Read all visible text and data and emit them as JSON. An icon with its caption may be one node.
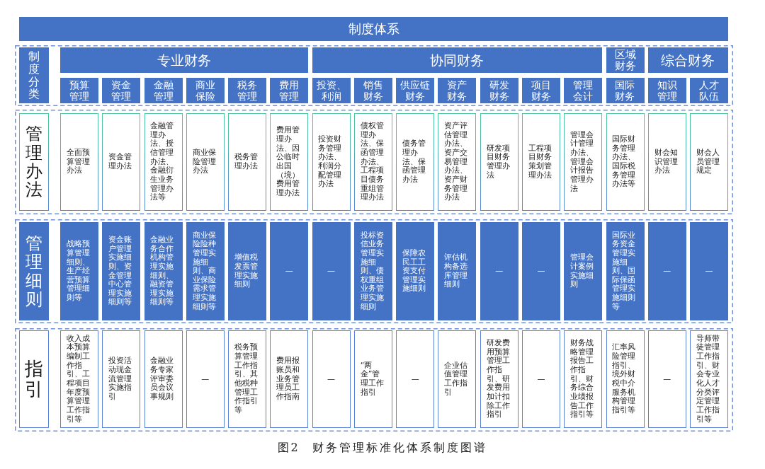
{
  "diagram": {
    "title": "制度体系",
    "caption": "图2 财务管理标准化体系制度图谱",
    "nodes": [
      {
        "text": [],
        "shape": "box"
      },
      {
        "text": [
          "制度分类"
        ],
        "in": 0
      },
      {
        "text": [
          "专业财务"
        ],
        "in": 0
      },
      {
        "text": [
          "协同财务"
        ],
        "in": 0
      },
      {
        "text": [
          "区域财务"
        ],
        "in": 0
      },
      {
        "text": [
          "综合财务"
        ],
        "in": 0
      },
      {
        "text": [
          "预算管理"
        ],
        "in": 0
      },
      {
        "text": [
          "资金管理"
        ],
        "in": 0
      },
      {
        "text": [
          "金融管理"
        ],
        "in": 0
      },
      {
        "text": [
          "商业保险"
        ],
        "in": 0
      },
      {
        "text": [
          "税务管理"
        ],
        "in": 0
      },
      {
        "text": [
          "费用管理"
        ],
        "in": 0
      },
      {
        "text": [
          "投资、利润"
        ],
        "in": 0
      },
      {
        "text": [
          "销售财务"
        ],
        "in": 0
      },
      {
        "text": [
          "供应链财务"
        ],
        "in": 0
      },
      {
        "text": [
          "资产财务"
        ],
        "in": 0
      },
      {
        "text": [
          "研发财务"
        ],
        "in": 0
      },
      {
        "text": [
          "项目财务"
        ],
        "in": 0
      },
      {
        "text": [
          "管理会计"
        ],
        "in": 0
      },
      {
        "text": [
          "国际财务"
        ],
        "in": 0
      },
      {
        "text": [
          "知识管理"
        ],
        "in": 0
      },
      {
        "text": [
          "人才队伍"
        ],
        "in": 0
      },
      {
        "text": [],
        "shape": "box"
      },
      {
        "text": [
          "管理办法"
        ],
        "in": 22
      },
      {
        "text": [
          "全面预算管理办法"
        ],
        "in": 22
      },
      {
        "text": [
          "资金管理办法"
        ],
        "in": 22
      },
      {
        "text": [
          "金融管理办法、授信管理办法、金融衍生业务管理办法等"
        ],
        "in": 22
      },
      {
        "text": [
          "商业保险管理办法"
        ],
        "in": 22
      },
      {
        "text": [
          "税务管理办法"
        ],
        "in": 22
      },
      {
        "text": [
          "费用管理办法、因公临时出国（境）费用管理办法"
        ],
        "in": 22
      },
      {
        "text": [
          "投资财务管理办法、利润分配管理办法"
        ],
        "in": 22
      },
      {
        "text": [
          "债权管理办法、保函管理办法、工程项目债务重组管理办法"
        ],
        "in": 22
      },
      {
        "text": [
          "债务管理办法、保函管理办法"
        ],
        "in": 22
      },
      {
        "text": [
          "资产评估管理办法、资产交易管理办法、资产财务管理办法"
        ],
        "in": 22
      },
      {
        "text": [
          "研发项目财务管理办法"
        ],
        "in": 22
      },
      {
        "text": [
          "工程项目财务策划管理办法"
        ],
        "in": 22
      },
      {
        "text": [
          "管理会计管理办法、管理会计报告管理办法"
        ],
        "in": 22
      },
      {
        "text": [
          "国际财务管理办法、国际税务管理办法等"
        ],
        "in": 22
      },
      {
        "text": [
          "财会知识管理办法"
        ],
        "in": 22
      },
      {
        "text": [
          "财会人员管理规定"
        ],
        "in": 22
      },
      {
        "text": [],
        "shape": "box"
      },
      {
        "text": [
          "管理细则"
        ],
        "in": 40
      },
      {
        "text": [
          "战略预算管理细则、生产经营预算管理细则等"
        ],
        "in": 40
      },
      {
        "text": [
          "资金账户管理实施细则、资金管理中心管理实施细则等"
        ],
        "in": 40
      },
      {
        "text": [
          "金融业务合作机构管理实施细则、融资管理实施细则等"
        ],
        "in": 40
      },
      {
        "text": [
          "商业保险险种管理实施细则、商业保险需求管理实施细则等"
        ],
        "in": 40
      },
      {
        "text": [
          "增值税发票管理实施细则"
        ],
        "in": 40
      },
      {
        "text": [
          "—"
        ],
        "in": 40
      },
      {
        "text": [
          "—"
        ],
        "in": 40
      },
      {
        "text": [
          "投标资信业务管理实施细则、债权重组业务管理实施细则"
        ],
        "in": 40
      },
      {
        "text": [
          "保障农民工工资支付管理实施细则"
        ],
        "in": 40
      },
      {
        "text": [
          "评估机构备选库管理细则"
        ],
        "in": 40
      },
      {
        "text": [
          "—"
        ],
        "in": 40
      },
      {
        "text": [
          "—"
        ],
        "in": 40
      },
      {
        "text": [
          "管理会计案例实施细则"
        ],
        "in": 40
      },
      {
        "text": [
          "国际业务资金管理实施细则、国际保函管理实施细则等"
        ],
        "in": 40
      },
      {
        "text": [
          "—"
        ],
        "in": 40
      },
      {
        "text": [
          "—"
        ],
        "in": 40
      },
      {
        "text": [],
        "shape": "box"
      },
      {
        "text": [
          "指引"
        ],
        "in": 58
      },
      {
        "text": [
          "收入成本预算编制工作指引、工程项目年度预算管理工作指引等"
        ],
        "in": 58
      },
      {
        "text": [
          "投资活动现金流管理实施指引"
        ],
        "in": 58
      },
      {
        "text": [
          "金融业务专家评审委员会议事规则"
        ],
        "in": 58
      },
      {
        "text": [
          "—"
        ],
        "in": 58
      },
      {
        "text": [
          "税务预算管理工作指引、其他税种管理工作指引等"
        ],
        "in": 58
      },
      {
        "text": [
          "费用报账员和业务管理员工作指南"
        ],
        "in": 58
      },
      {
        "text": [
          "—"
        ],
        "in": 58
      },
      {
        "text": [
          "“两金”管理工作指引"
        ],
        "in": 58
      },
      {
        "text": [
          "—"
        ],
        "in": 58
      },
      {
        "text": [
          "企业估值管理工作指引"
        ],
        "in": 58
      },
      {
        "text": [
          "研发费用预算管理工作指引、研发费用加计扣除工作指引"
        ],
        "in": 58
      },
      {
        "text": [
          "—"
        ],
        "in": 58
      },
      {
        "text": [
          "财务战略管理报告工作指引、财务综合业绩报告工作指引等"
        ],
        "in": 58
      },
      {
        "text": [
          "汇率风险管理指引、境外财税中介服务机构管理指引等"
        ],
        "in": 58
      },
      {
        "text": [
          "—"
        ],
        "in": 58
      },
      {
        "text": [
          "导师带徒管理工作指引、财会专业化人才分类评定管理工作指引等"
        ],
        "in": 58
      }
    ]
  }
}
